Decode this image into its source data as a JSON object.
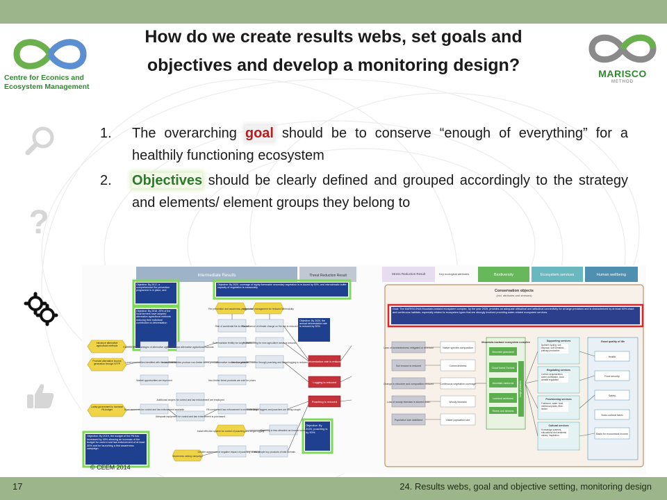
{
  "header": {
    "title": "How do we create results webs, set goals and objectives and develop a monitoring design?",
    "logo_left_text": "Centre for Econics and Ecosystem Management",
    "logo_right_text": "MARISCO",
    "logo_right_sub": "METHOD"
  },
  "points": [
    {
      "num": "1.",
      "pre": "The overarching ",
      "highlight": "goal",
      "post": " should be to conserve “enough of everything” for a healthily functioning ecosystem"
    },
    {
      "num": "2.",
      "pre": "",
      "highlight": "Objectives",
      "post": " should be clearly defined and grouped accordingly to the strategy and elements/ element groups they belong to"
    }
  ],
  "side_icons": [
    "magnifier-icon",
    "question-mark-icon",
    "gears-icon",
    "thumbs-up-icon"
  ],
  "diagram": {
    "headers": [
      "Intermediate Results",
      "Threat Reduction Result",
      "Stress Reduction Result",
      "Key ecological attributes",
      "Biodiversity",
      "Ecosystem services",
      "Human wellbeing"
    ],
    "conservation_title": "Conservation objects",
    "conservation_sub": "(incl. attributes and stresses)",
    "goal_text": "Goal: The MARISCONIA Mountain-lowland ecosystem complex, by the year 2025, provides an adequate altitudinal and latitudinal connectivity for all large predators and is characterized by at least 60% intact and continuous habitats, especially related to ecosystem types that are strongly involved providing water-related ecosystem services.",
    "objectives": [
      "Objective: By 2017, a comprehensive fire prevention programme is in place, and",
      "Objective: By 2020, coverage of highly flammable secondary vegetation is re-duced by 50%, and microclimatic buffer capacity of vegetation is measurably",
      "Objective: By 2018, 20% of the local farmers have adopted alternative agricultural methods reducing their individual contribution to deforestation",
      "Objective: By 2020, the annual deforestation rate is reduced by 30%.",
      "Objective: By 2020, poaching is by 90%.",
      "Objective: By 2019, the budget of the PA has increased by 40% allowing an increase of the budget for control and law enforcement of at least 30% and for launching a first awareness campaign."
    ],
    "strategies": [
      "Introduce alternative agricultural methods",
      "Promote alternative income generation through NTFP",
      "Lobby government to increase PA budget"
    ],
    "intermediate": [
      "Farmers see advantages of alternative agricultural methods",
      "Farmers use alternative agricultural methods",
      "Fire prevention and awareness programme",
      "Vegetation management for reduced flammability",
      "Risk of accidental fire is reduced",
      "The influence of climate change on fire risk is reduced",
      "Local communities identified with the local communities",
      "Local communities produce non-timber forest products",
      "Soils maintain fertility for longer times",
      "Forest burning for new agriculture areas is reduced",
      "Alternative income is available",
      "Need to generate income through poaching and illegal logging is reduced",
      "Market opportunities are improved",
      "Non-timber forest products are sold for prices",
      "Additional rangers for control and law enforcement are employed",
      "More resources for control and law enforcement available",
      "Adequate equipment for control and law enforcement is purchased",
      "PA control and law enforcement is more effective",
      "More illegal loggers and poachers are being caught",
      "Install effective system for control of poaching and illegal logging",
      "Poaching is less attractive as income source",
      "Awareness raising campaign",
      "Greater awareness of negative impact of poaching of wild animals",
      "Less people buy products of wild animals"
    ],
    "threats": [
      "Deforestation rate is reduced",
      "Logging is reduced",
      "Poaching is reduced"
    ],
    "stresses": [
      "Loss of connectedness mitigated or reversed",
      "Soil erosion is reduced",
      "Change in structure and composition reduced",
      "Loss of woody biomass is slowed down",
      "Population size stabilized"
    ],
    "attributes": [
      "Native species composition",
      "Connectedness",
      "Continuous vegetation coverage",
      "Woody biomass",
      "Viable population size"
    ],
    "biodiversity_box": "Mountain-lowland ecosystem complex",
    "biodiversity_items": [
      "Mountain grassland",
      "Cloud forest Orchids",
      "Mountain rainforest",
      "Lowland rainforest",
      "Rivers and streams",
      "Large predators"
    ],
    "services": [
      {
        "title": "Supporting services",
        "items": "Nutrient cycling, soil disposal, soil formation, primary production"
      },
      {
        "title": "Regulating services",
        "items": "Carbon sequestration, water purification, local climate regulation"
      },
      {
        "title": "Provisioning services",
        "items": "Fuelwood, water, food, medicinal plants, fibre, timber"
      },
      {
        "title": "Cultural services",
        "items": "Knowledge systems, educational and aesthetic values, inspiration"
      }
    ],
    "wellbeing_title": "Good quality of life",
    "wellbeing": [
      "Health",
      "Food security",
      "Safety",
      "Socio-cultural fabric",
      "Basis for economical income"
    ]
  },
  "copyright": "© CEEM 2014",
  "footer": {
    "slide_number": "17",
    "text": "24. Results webs, goal and objective setting, monitoring design"
  },
  "colors": {
    "bar": "#9db58a",
    "goal_red": "#b41e1e",
    "objective_green": "#2c7a2c",
    "highlight_frame": "#7ed957",
    "goal_box": "#c8282f"
  }
}
